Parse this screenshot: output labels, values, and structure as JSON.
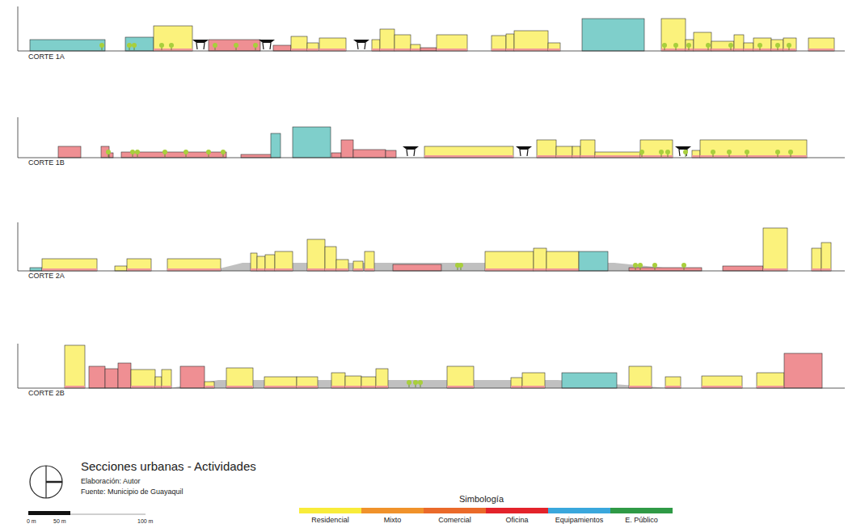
{
  "diagram": {
    "title": "Secciones urbanas - Actividades",
    "labels": [
      "CORTE 1A",
      "CORTE 1B",
      "CORTE 2A",
      "CORTE 2B",
      "Elaboración: Autor",
      "Fuente: Municipio de Guayaquil",
      "0 m",
      "50 m",
      "100 m",
      "Simbología"
    ],
    "legend": [
      {
        "text": "Residencial",
        "color": "#f8ec3a"
      },
      {
        "text": "Mixto",
        "color": "#f0922b"
      },
      {
        "text": "Comercial",
        "color": "#ea6a2a"
      },
      {
        "text": "Oficina",
        "color": "#e3232b"
      },
      {
        "text": "Equipamientos",
        "color": "#3aa7dc"
      },
      {
        "text": "E. Público",
        "color": "#2f9a46"
      }
    ]
  }
}
